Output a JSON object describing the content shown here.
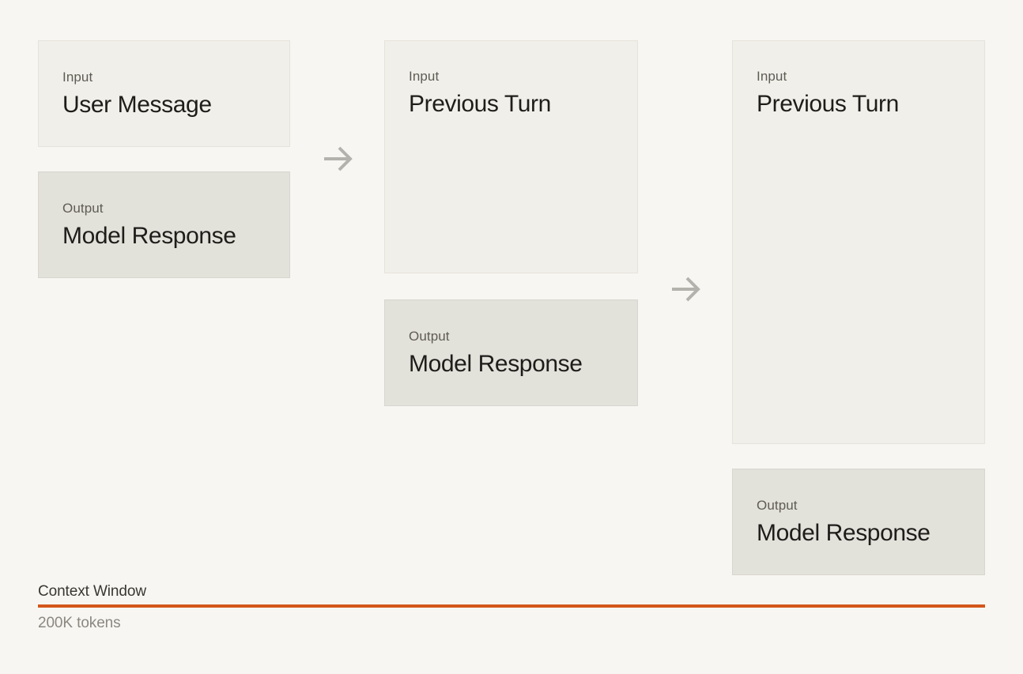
{
  "diagram": {
    "turns": [
      {
        "input": {
          "label": "Input",
          "title": "User Message"
        },
        "output": {
          "label": "Output",
          "title": "Model Response"
        }
      },
      {
        "input": {
          "label": "Input",
          "title": "Previous Turn"
        },
        "output": {
          "label": "Output",
          "title": "Model Response"
        }
      },
      {
        "input": {
          "label": "Input",
          "title": "Previous Turn"
        },
        "output": {
          "label": "Output",
          "title": "Model Response"
        }
      }
    ],
    "arrow_icon": "right-arrow",
    "footer": {
      "title": "Context Window",
      "subtitle": "200K tokens"
    },
    "colors": {
      "background": "#f7f6f2",
      "input_box": "#f0efe9",
      "output_box": "#e2e1da",
      "accent_orange": "#d4571c",
      "arrow_gray": "#b4b2ad"
    }
  }
}
